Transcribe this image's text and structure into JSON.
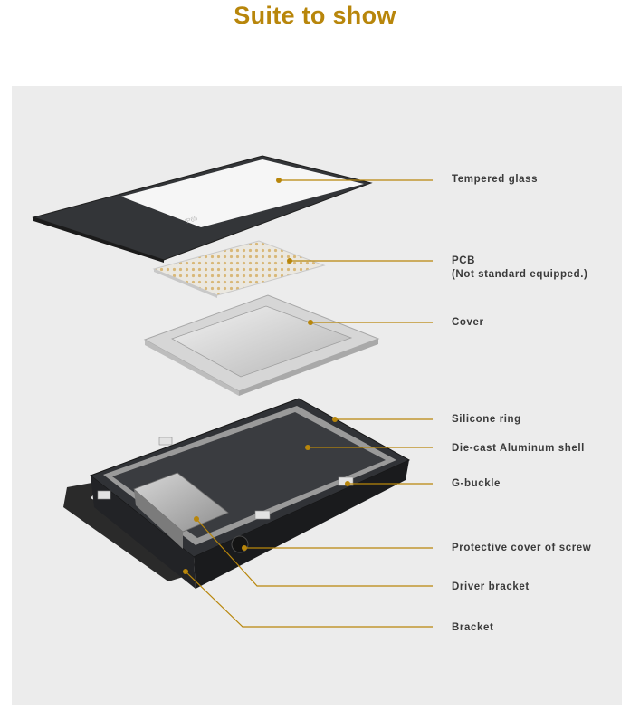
{
  "title": "Suite to show",
  "accent_color": "#b8860b",
  "parts": [
    {
      "id": "tempered-glass",
      "label": "Tempered glass"
    },
    {
      "id": "pcb",
      "label": "PCB",
      "note": "(Not standard equipped.)"
    },
    {
      "id": "cover",
      "label": "Cover"
    },
    {
      "id": "silicone-ring",
      "label": "Silicone ring"
    },
    {
      "id": "die-cast-aluminum-shell",
      "label": "Die-cast  Aluminum shell"
    },
    {
      "id": "g-buckle",
      "label": "G-buckle"
    },
    {
      "id": "protective-cover-of-screw",
      "label": "Protective cover of screw"
    },
    {
      "id": "driver-bracket",
      "label": "Driver bracket"
    },
    {
      "id": "bracket",
      "label": "Bracket"
    }
  ],
  "glass_mark": "IP65"
}
